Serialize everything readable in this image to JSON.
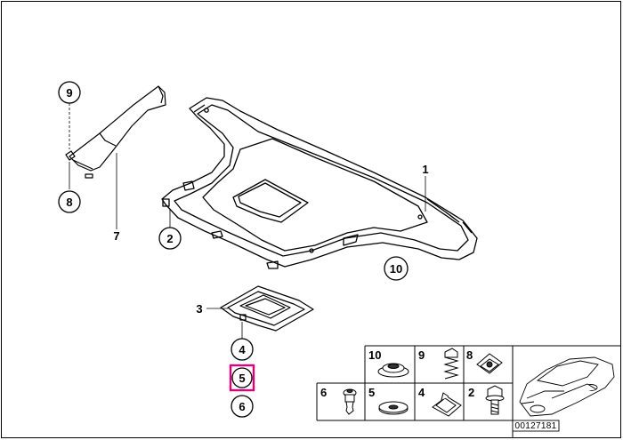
{
  "diagram": {
    "callouts": {
      "c9": "9",
      "c8": "8",
      "c7": "7",
      "c1": "1",
      "c2": "2",
      "c10": "10",
      "c3": "3",
      "c4": "4",
      "c5": "5",
      "c6": "6"
    },
    "legend": {
      "l10": "10",
      "l9": "9",
      "l8": "8",
      "l6": "6",
      "l5": "5",
      "l4": "4",
      "l2": "2"
    },
    "document_number": "00127181",
    "highlight_color": "#e0007a"
  }
}
